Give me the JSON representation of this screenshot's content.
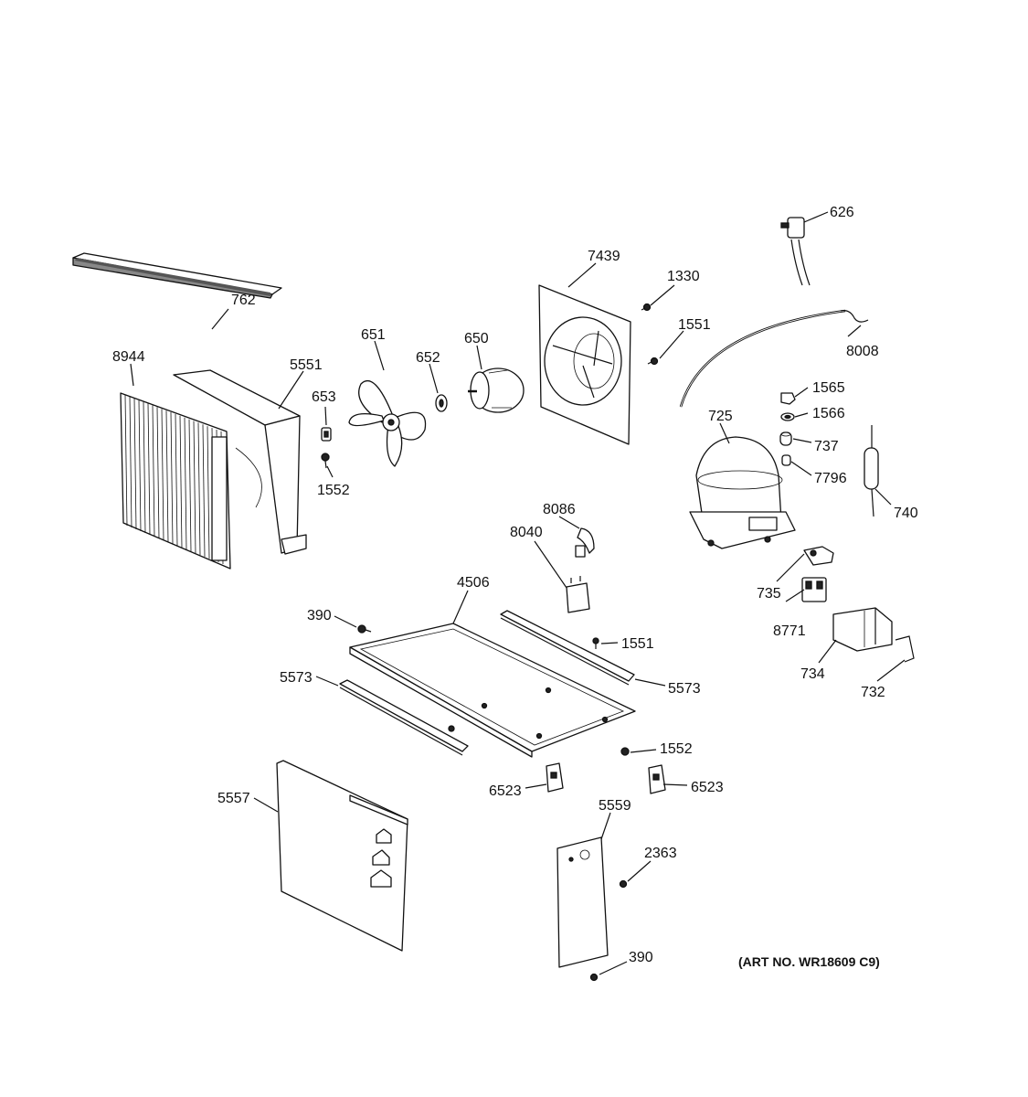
{
  "labels": {
    "p626": "626",
    "p762": "762",
    "p8944": "8944",
    "p5551": "5551",
    "p651": "651",
    "p652": "652",
    "p653": "653",
    "p650": "650",
    "p7439": "7439",
    "p1330": "1330",
    "p1551a": "1551",
    "p8008": "8008",
    "p1565": "1565",
    "p1566": "1566",
    "p725": "725",
    "p737": "737",
    "p7796": "7796",
    "p740": "740",
    "p1552a": "1552",
    "p8086": "8086",
    "p8040": "8040",
    "p4506": "4506",
    "p735": "735",
    "p390a": "390",
    "p1551b": "1551",
    "p8771": "8771",
    "p5573a": "5573",
    "p5573b": "5573",
    "p734": "734",
    "p732": "732",
    "p1552b": "1552",
    "p6523a": "6523",
    "p6523b": "6523",
    "p5557": "5557",
    "p5559": "5559",
    "p2363": "2363",
    "p390b": "390"
  },
  "art_number": "(ART NO. WR18609 C9)"
}
